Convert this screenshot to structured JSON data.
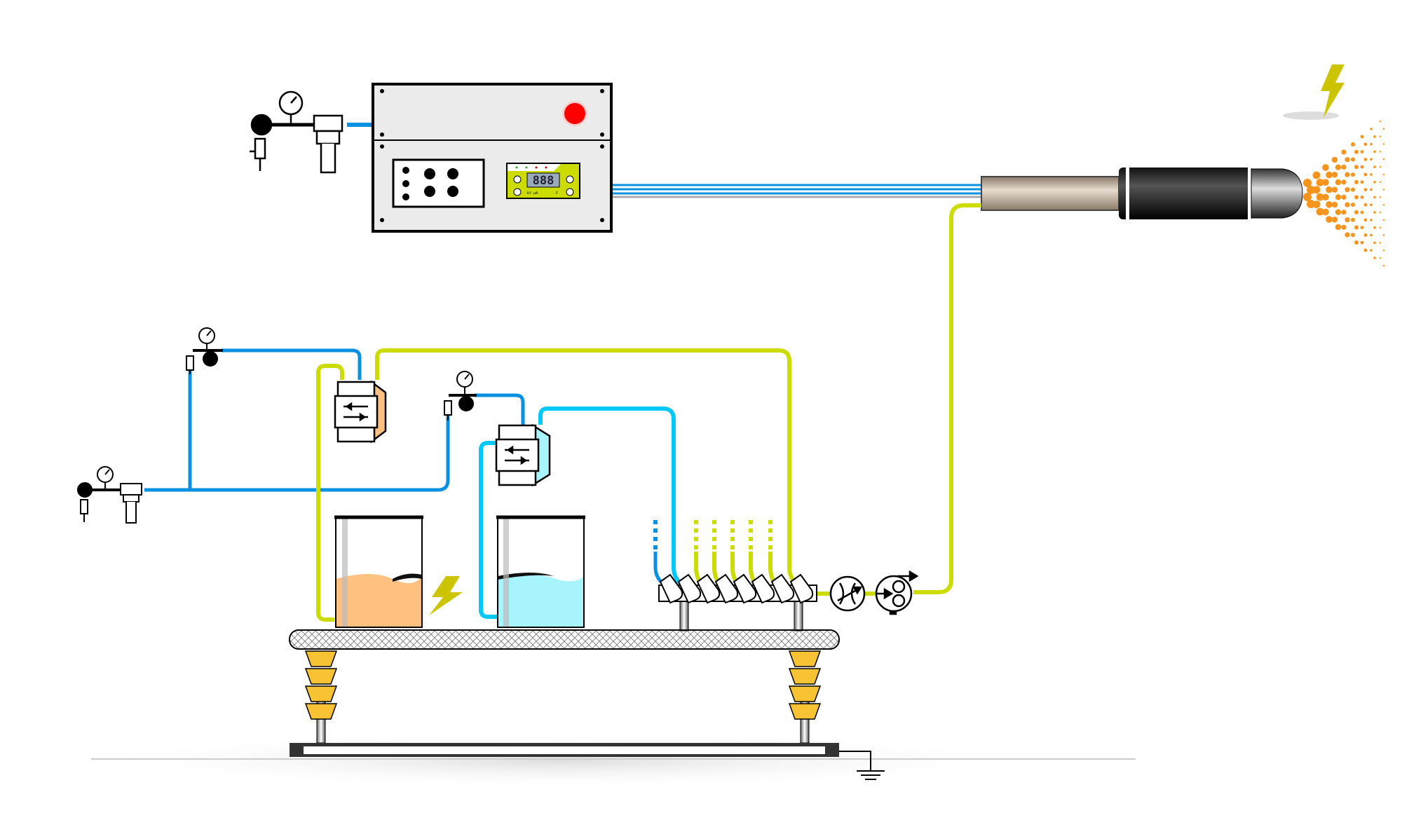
{
  "controller": {
    "display_value": "888",
    "label_kv": "kV",
    "label_ua": "µA",
    "label_f": "F"
  },
  "colors": {
    "air_line": "#0a90e0",
    "fluid_line": "#00c8f8",
    "powder_line": "#ccdc00",
    "orange_fluid": "#ffc080",
    "cyan_fluid": "#a8f4fc",
    "spray": "#f7941d",
    "indicator_red": "#ff0000",
    "foot_yellow": "#f7c233"
  },
  "icons": [
    "pressure-regulator-icon",
    "filter-icon",
    "diaphragm-pump-icon",
    "lightning-icon",
    "flow-valve-icon",
    "gear-pump-icon",
    "ground-icon",
    "spray-gun-icon"
  ]
}
